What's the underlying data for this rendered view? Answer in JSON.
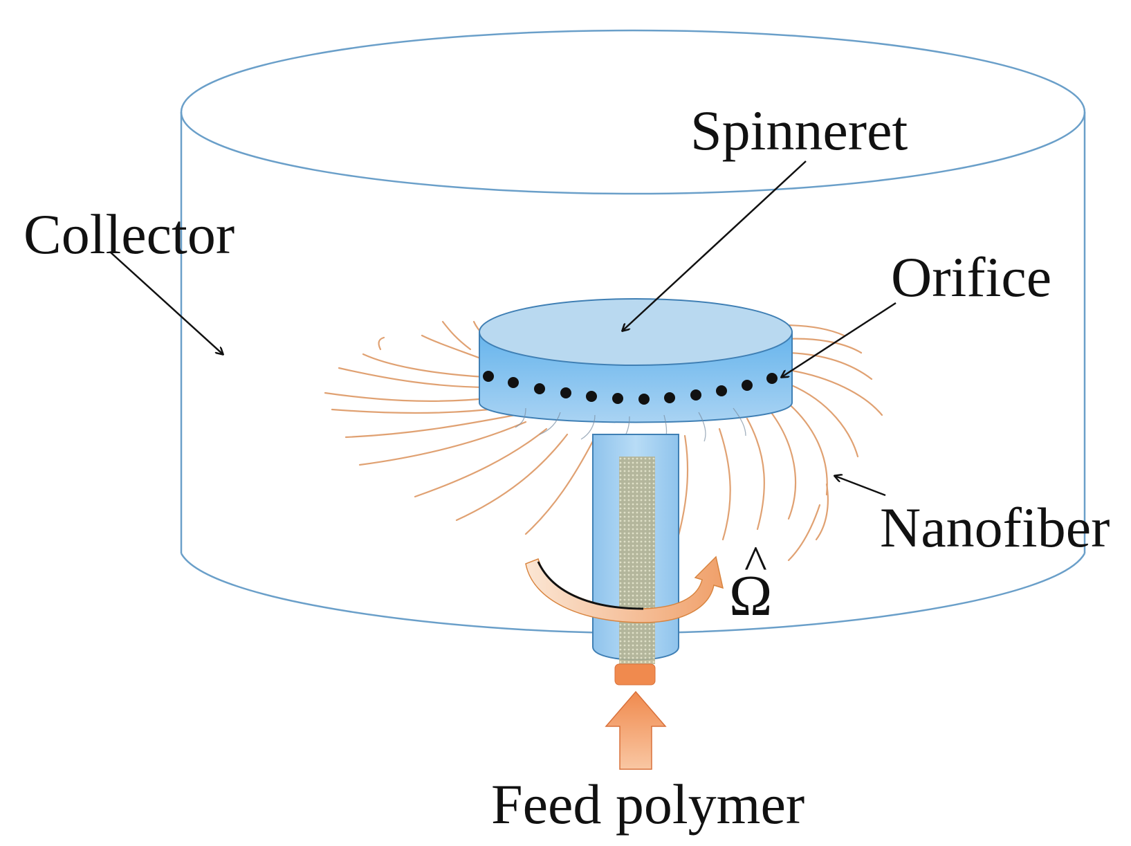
{
  "labels": {
    "spinneret": "Spinneret",
    "collector": "Collector",
    "orifice": "Orifice",
    "nanofiber": "Nanofiber",
    "omega": "Ω",
    "omega_hat": "^",
    "feed_polymer": "Feed polymer"
  },
  "colors": {
    "collector_outline": "#6a9fc9",
    "spinneret_top": "#b9d9f0",
    "spinneret_side": "#5aa9e6",
    "shaft": "#9cc8ee",
    "fiber": "#e0a172",
    "orifice_dot": "#111111",
    "feed_arrow": "#f29a62",
    "rotation_arrow": "#f2b07a"
  },
  "orifice_count": 12
}
